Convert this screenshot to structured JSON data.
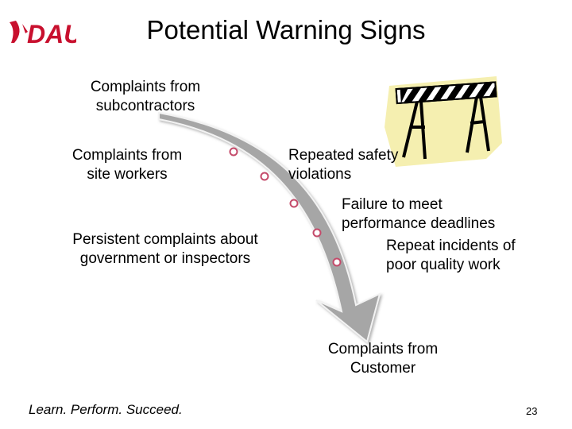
{
  "logo": {
    "text": "DAU",
    "color": "#c8102e"
  },
  "slide": {
    "title": "Potential Warning Signs"
  },
  "signs": {
    "subcontractors": [
      "Complaints from",
      "subcontractors"
    ],
    "site_workers": [
      "Complaints from",
      "site workers"
    ],
    "safety": [
      "Repeated safety",
      "violations"
    ],
    "government": [
      "Persistent complaints about",
      "government or inspectors"
    ],
    "deadlines": [
      "Failure to meet",
      "performance deadlines"
    ],
    "quality": [
      "Repeat incidents of",
      "poor quality work"
    ],
    "customer": [
      "Complaints from",
      "Customer"
    ]
  },
  "footer": {
    "tagline": "Learn. Perform. Succeed.",
    "page_number": "23"
  },
  "colors": {
    "arrow_fill": "#a6a6a6",
    "arrow_edge": "#f2f2f2",
    "bullet_fill": "#c44a6a",
    "barricade_bg": "#f5efb0"
  }
}
